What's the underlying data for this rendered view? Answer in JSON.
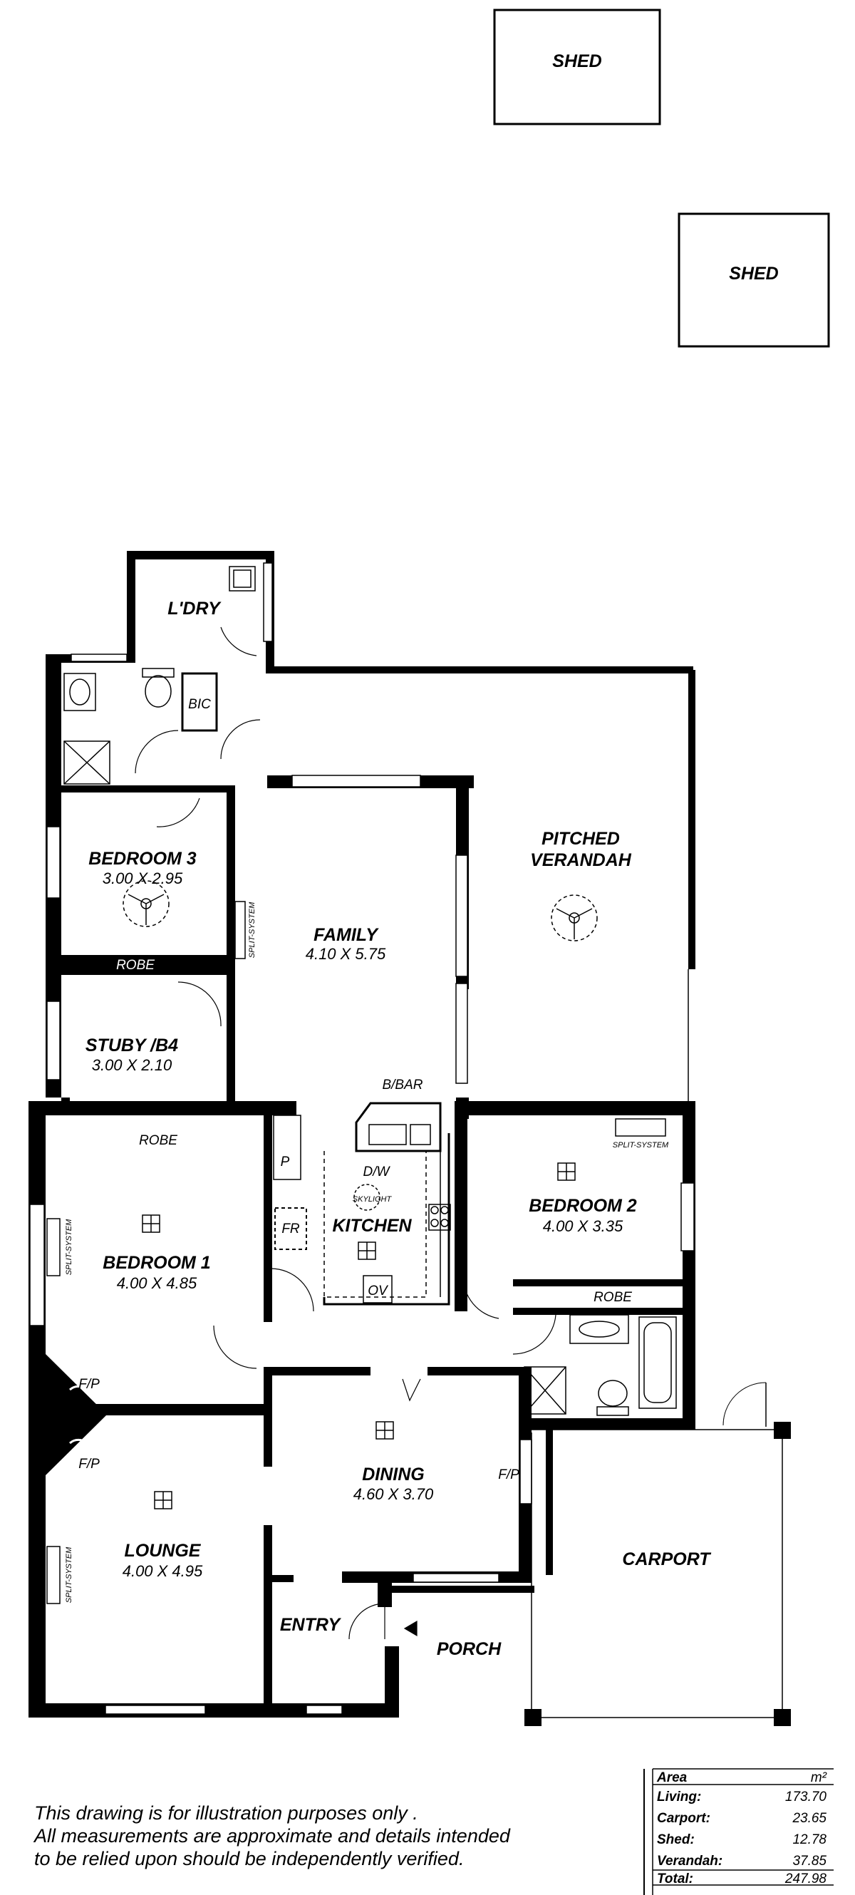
{
  "rooms": {
    "shed_top": "SHED",
    "shed_right": "SHED",
    "laundry": "L'DRY",
    "bic": "BIC",
    "bedroom3": {
      "name": "BEDROOM 3",
      "dims": "3.00 X 2.95"
    },
    "bedroom3_robe": "ROBE",
    "family": {
      "name": "FAMILY",
      "dims": "4.10 X 5.75"
    },
    "verandah": {
      "line1": "PITCHED",
      "line2": "VERANDAH"
    },
    "study": {
      "name": "STUBY /B4",
      "dims": "3.00 X 2.10"
    },
    "bbar": "B/BAR",
    "dw": "D/W",
    "skylight": "SKYLIGHT",
    "kitchen": "KITCHEN",
    "ov": "OV",
    "pantry": "P",
    "fridge": "FR",
    "bedroom1_robe": "ROBE",
    "bedroom1": {
      "name": "BEDROOM 1",
      "dims": "4.00 X 4.85"
    },
    "bedroom2": {
      "name": "BEDROOM 2",
      "dims": "4.00 X 3.35"
    },
    "bedroom2_robe": "ROBE",
    "fp_top": "F/P",
    "fp_bottom": "F/P",
    "fp_dining": "F/P",
    "dining": {
      "name": "DINING",
      "dims": "4.60 X 3.70"
    },
    "lounge": {
      "name": "LOUNGE",
      "dims": "4.00 X 4.95"
    },
    "entry": "ENTRY",
    "porch": "PORCH",
    "carport": "CARPORT",
    "split_system": "SPLIT-SYSTEM"
  },
  "disclaimer": {
    "line1": "This drawing is for illustration purposes only .",
    "line2": "All measurements are approximate and details intended",
    "line3": "to be relied upon should be independently verified."
  },
  "area_table": {
    "header_label": "Area",
    "header_unit": "m²",
    "rows": [
      {
        "label": "Living:",
        "value": "173.70"
      },
      {
        "label": "Carport:",
        "value": "23.65"
      },
      {
        "label": "Shed:",
        "value": "12.78"
      },
      {
        "label": "Verandah:",
        "value": "37.85"
      }
    ],
    "total_label": "Total:",
    "total_value": "247.98"
  }
}
